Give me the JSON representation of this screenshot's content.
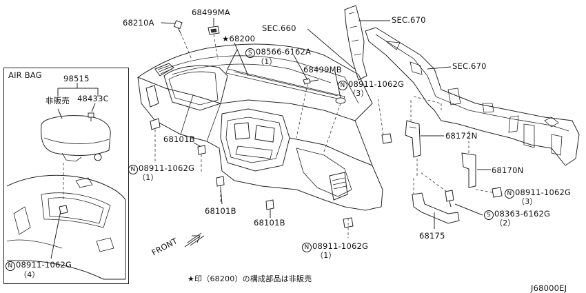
{
  "inset": {
    "title": "AIR BAG",
    "part_98515": "98515",
    "not_for_sale": "非販売",
    "part_48433c": "48433C",
    "bolt_part": "08911-1062G",
    "bolt_prefix": "N",
    "bolt_qty": "（4）"
  },
  "labels": {
    "p68210a": "68210A",
    "p68499ma": "68499MA",
    "p68200": "68200",
    "star": "★",
    "sec660": "SEC.660",
    "sec670_top": "SEC.670",
    "sec670_right": "SEC.670",
    "s08566_prefix": "S",
    "s08566": "08566-6162A",
    "s08566_qty": "（1）",
    "p68499mb": "68499MB",
    "n08911_a_prefix": "N",
    "n08911_a": "08911-1062G",
    "n08911_a_qty": "（3）",
    "p68101b_a": "68101B",
    "n08911_b_prefix": "N",
    "n08911_b": "08911-1062G",
    "n08911_b_qty": "（1）",
    "p68101b_b": "68101B",
    "p68101b_c": "68101B",
    "p68172n": "68172N",
    "p68170n": "68170N",
    "n08911_c_prefix": "N",
    "n08911_c": "08911-1062G",
    "n08911_c_qty": "（3）",
    "s08363_prefix": "S",
    "s08363": "08363-6162G",
    "s08363_qty": "（2）",
    "p68175": "68175",
    "n08911_d_prefix": "N",
    "n08911_d": "08911-1062G",
    "n08911_d_qty": "（1）",
    "front": "FRONT",
    "footnote": "★印（68200）の構成部品は非販売",
    "diagram_code": "J68000EJ"
  }
}
